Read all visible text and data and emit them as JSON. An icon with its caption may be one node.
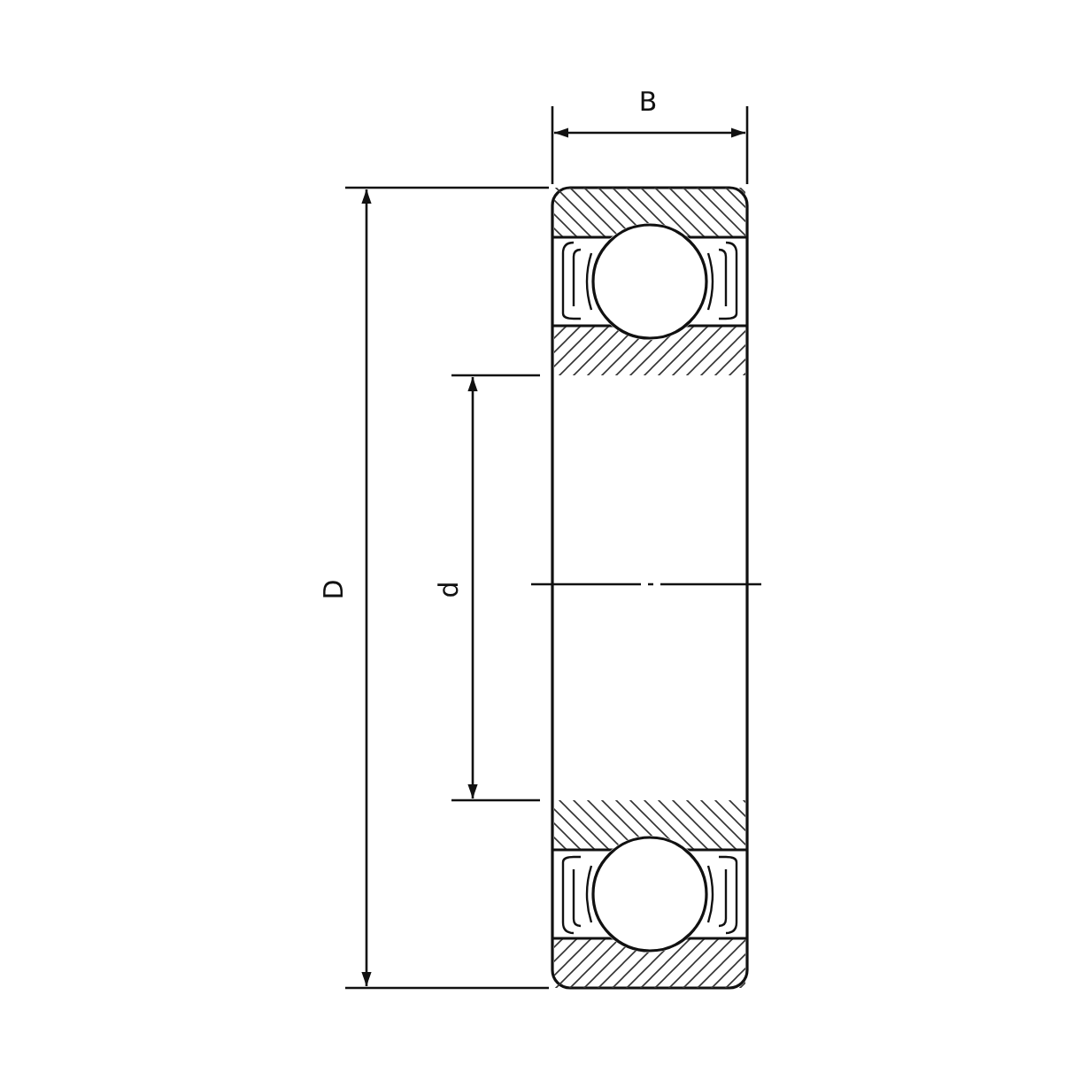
{
  "diagram": {
    "labels": [
      "B",
      "D",
      "d"
    ]
  }
}
